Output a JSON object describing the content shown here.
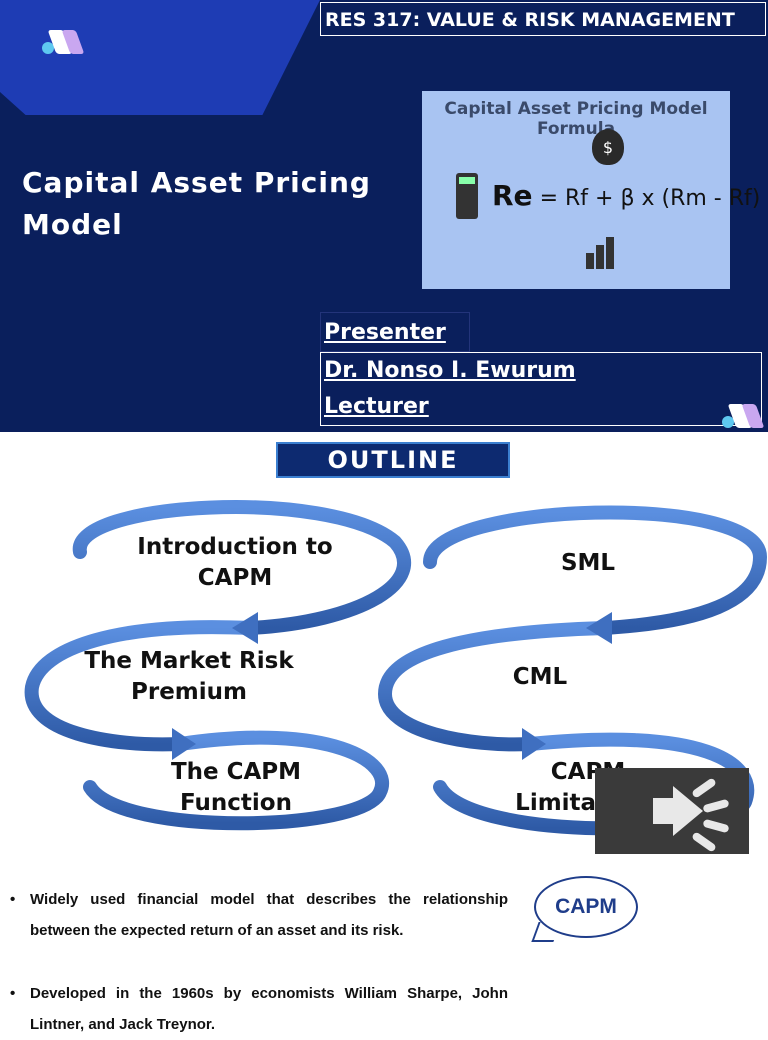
{
  "slide1": {
    "course": "RES 317: VALUE & RISK MANAGEMENT",
    "title": "Capital Asset Pricing Model",
    "formula_image": {
      "caption": "Capital Asset Pricing Model Formula",
      "equation": "= Rf + β x (Rm - Rf)",
      "lead_symbol": "Re"
    },
    "presenter_label": "Presenter",
    "presenter_name": "Dr. Nonso I. Ewurum",
    "presenter_role": "Lecturer",
    "colors": {
      "background": "#0a1f5c",
      "accent": "#1e3cb4",
      "formula_card": "#a9c4f2"
    }
  },
  "slide2": {
    "title": "OUTLINE",
    "items": [
      {
        "label": "Introduction to CAPM"
      },
      {
        "label": "The Market Risk Premium"
      },
      {
        "label": "The CAPM Function"
      },
      {
        "label": "SML"
      },
      {
        "label": "CML"
      },
      {
        "label": "CAPM Limitations"
      }
    ],
    "audio_icon": "speaker-icon",
    "colors": {
      "arrow": "#3f6fc0",
      "title_bg": "#0d2a70"
    }
  },
  "slide3": {
    "bullets": [
      "Widely used financial model that describes the relationship between the expected return of an asset and its risk.",
      "Developed in the 1960s by economists William Sharpe, John Lintner, and Jack Treynor."
    ],
    "callout": "CAPM"
  }
}
